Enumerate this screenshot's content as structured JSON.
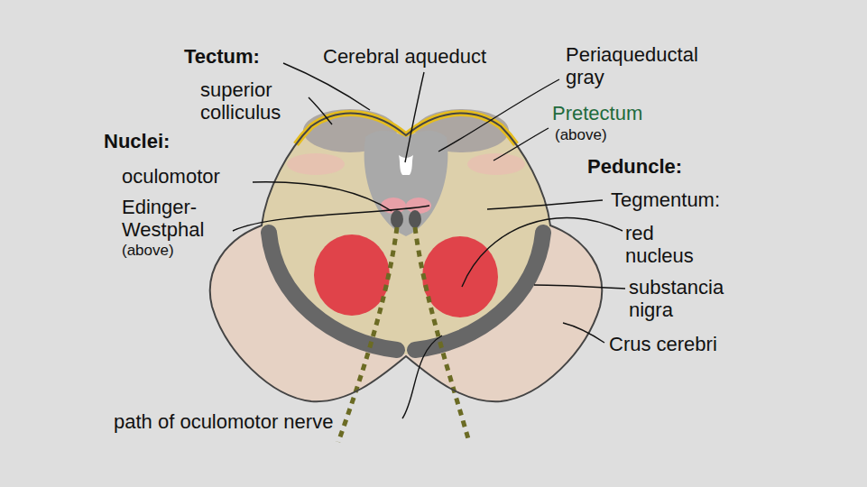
{
  "diagram": {
    "labels": [
      "Tectum:",
      "superior colliculus",
      "Cerebral aqueduct",
      "Periaqueductal gray",
      "Pretectum",
      "(above)",
      "Nuclei:",
      "oculomotor",
      "Edinger-Westphal",
      "(above)",
      "Peduncle:",
      "Tegmentum:",
      "red nucleus",
      "substancia nigra",
      "Crus cerebri",
      "path of oculomotor nerve"
    ]
  }
}
